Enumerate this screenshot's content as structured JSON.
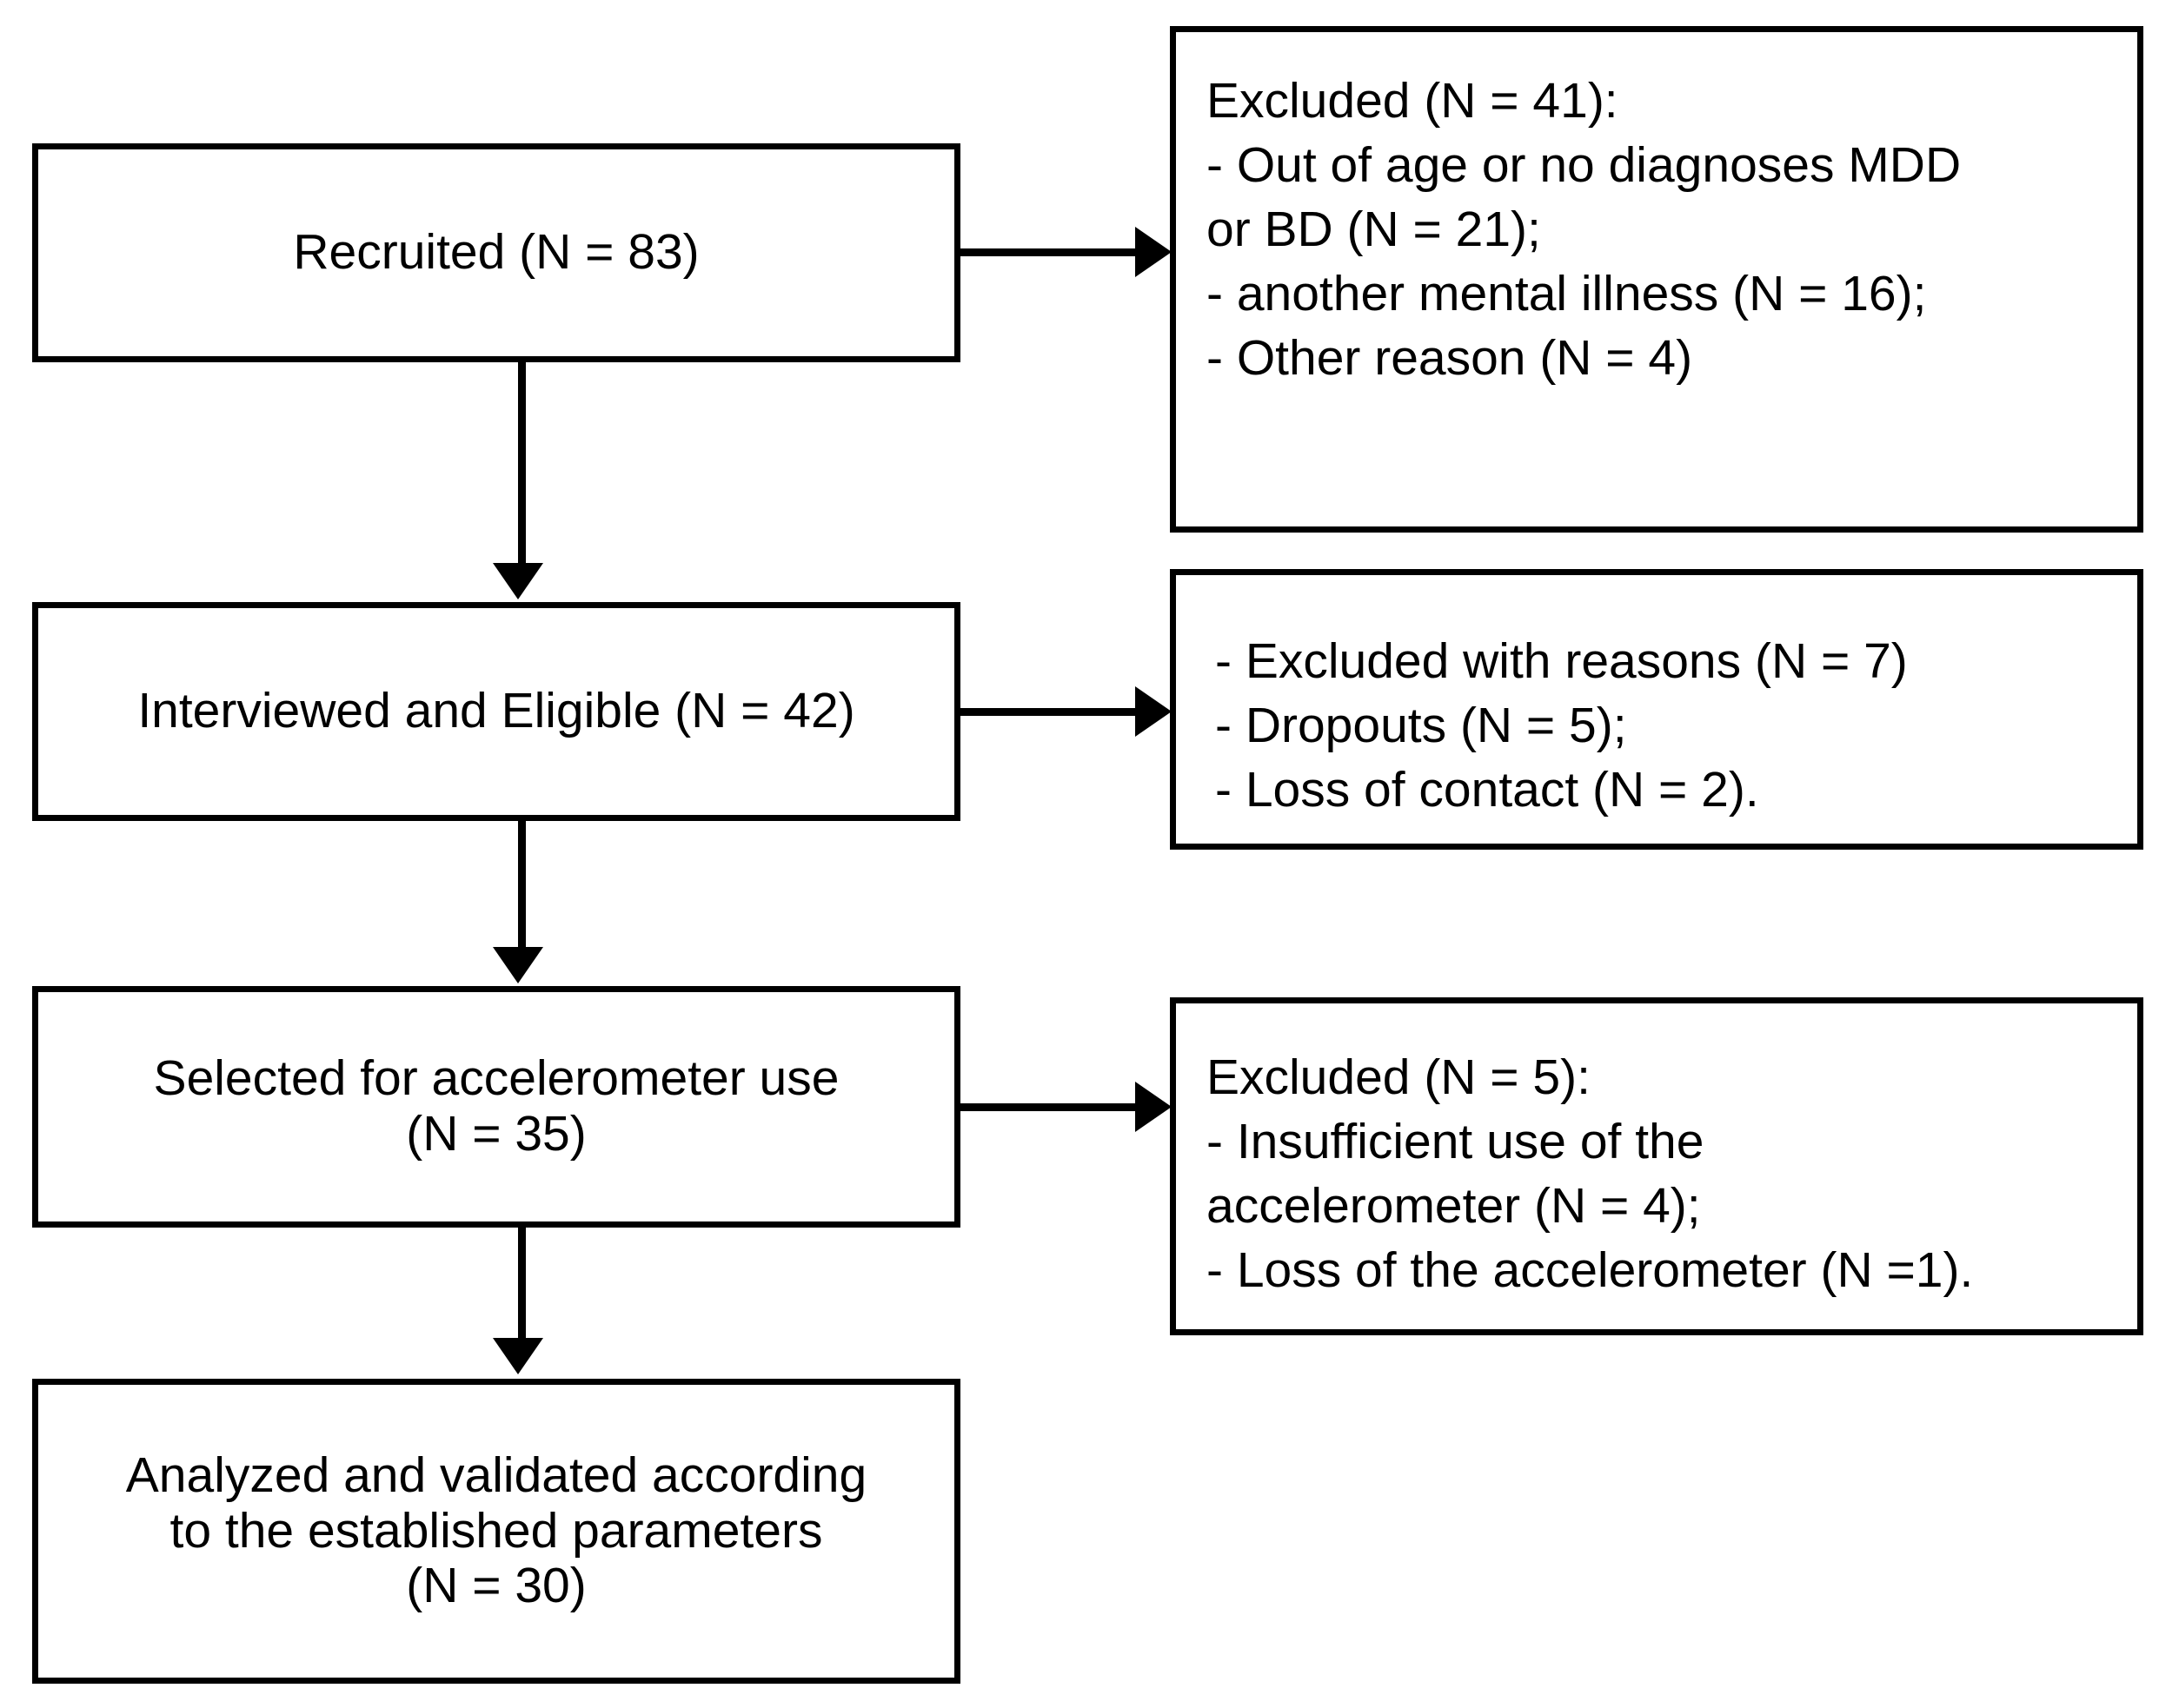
{
  "diagram": {
    "type": "participant-flow-chart",
    "title": "",
    "stroke_color": "#000000",
    "background_color": "#ffffff",
    "flow_nodes": [
      {
        "id": "recruited",
        "label": "Recruited (N = 83)",
        "n": 83
      },
      {
        "id": "interviewed",
        "label": "Interviewed and Eligible (N = 42)",
        "n": 42
      },
      {
        "id": "selected",
        "label": "Selected for accelerometer use\n(N = 35)",
        "n": 35
      },
      {
        "id": "analyzed",
        "label": "Analyzed and validated according\nto the established parameters\n(N = 30)",
        "n": 30
      }
    ],
    "exclusion_boxes": [
      {
        "id": "excl-1",
        "label": "Excluded (N = 41):\n- Out of age or no diagnoses MDD\nor BD (N = 21);\n- another mental illness (N = 16);\n- Other reason (N = 4)",
        "total": 41,
        "reasons": [
          {
            "text": "Out of age or no diagnoses MDD or BD",
            "n": 21
          },
          {
            "text": "another mental illness",
            "n": 16
          },
          {
            "text": "Other reason",
            "n": 4
          }
        ]
      },
      {
        "id": "excl-2",
        "label": "- Excluded with reasons (N = 7)\n- Dropouts (N = 5);\n- Loss of contact (N = 2).",
        "total": 7,
        "reasons": [
          {
            "text": "Excluded with reasons",
            "n": 7
          },
          {
            "text": "Dropouts",
            "n": 5
          },
          {
            "text": "Loss of contact",
            "n": 2
          }
        ]
      },
      {
        "id": "excl-3",
        "label": "Excluded (N = 5):\n- Insufficient use of the\naccelerometer (N = 4);\n- Loss of the accelerometer (N =1).",
        "total": 5,
        "reasons": [
          {
            "text": "Insufficient use of the accelerometer",
            "n": 4
          },
          {
            "text": "Loss of the accelerometer",
            "n": 1
          }
        ]
      }
    ],
    "connectors": [
      {
        "id": "v1",
        "from": "recruited",
        "to": "interviewed",
        "direction": "down"
      },
      {
        "id": "v2",
        "from": "interviewed",
        "to": "selected",
        "direction": "down"
      },
      {
        "id": "v3",
        "from": "selected",
        "to": "analyzed",
        "direction": "down"
      },
      {
        "id": "h1",
        "from": "recruited",
        "to": "excl-1",
        "direction": "right"
      },
      {
        "id": "h2",
        "from": "interviewed",
        "to": "excl-2",
        "direction": "right"
      },
      {
        "id": "h3",
        "from": "selected",
        "to": "excl-3",
        "direction": "right"
      }
    ]
  }
}
